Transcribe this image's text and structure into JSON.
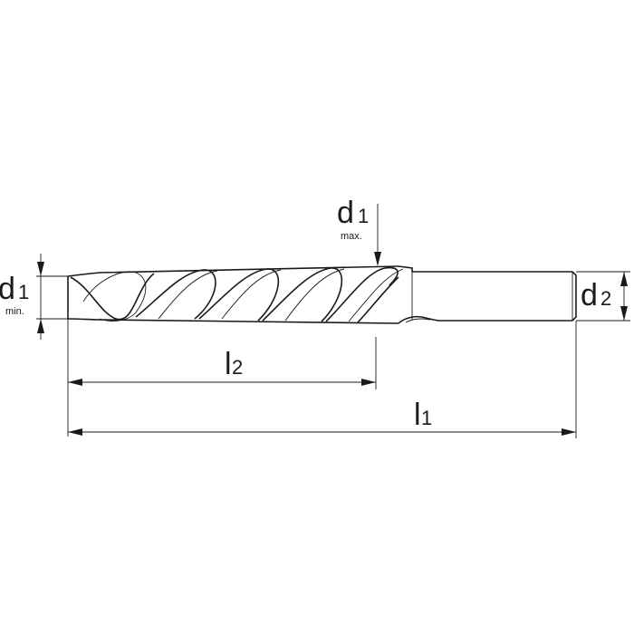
{
  "labels": {
    "d1_min": {
      "main": "d",
      "sub": "1",
      "note": "min."
    },
    "d1_max": {
      "main": "d",
      "sub": "1",
      "note": "max."
    },
    "d2": {
      "main": "d",
      "sub": "2"
    },
    "l1": {
      "main": "l",
      "sub": "1"
    },
    "l2": {
      "main": "l",
      "sub": "2"
    }
  },
  "colors": {
    "line": "#1a1a1a",
    "background": "#ffffff"
  }
}
